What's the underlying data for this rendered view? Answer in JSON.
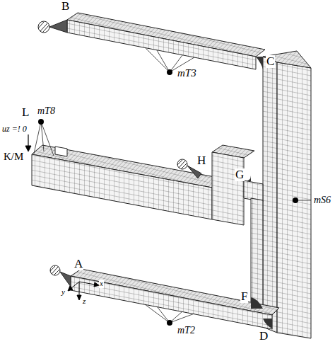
{
  "diagram": {
    "labels": [
      "B",
      "C",
      "mT3",
      "L",
      "mT8",
      "uz =! 0",
      "K/M",
      "H",
      "G",
      "mS6",
      "A",
      "y",
      "z",
      "x",
      "F",
      "mT2",
      "D"
    ]
  }
}
